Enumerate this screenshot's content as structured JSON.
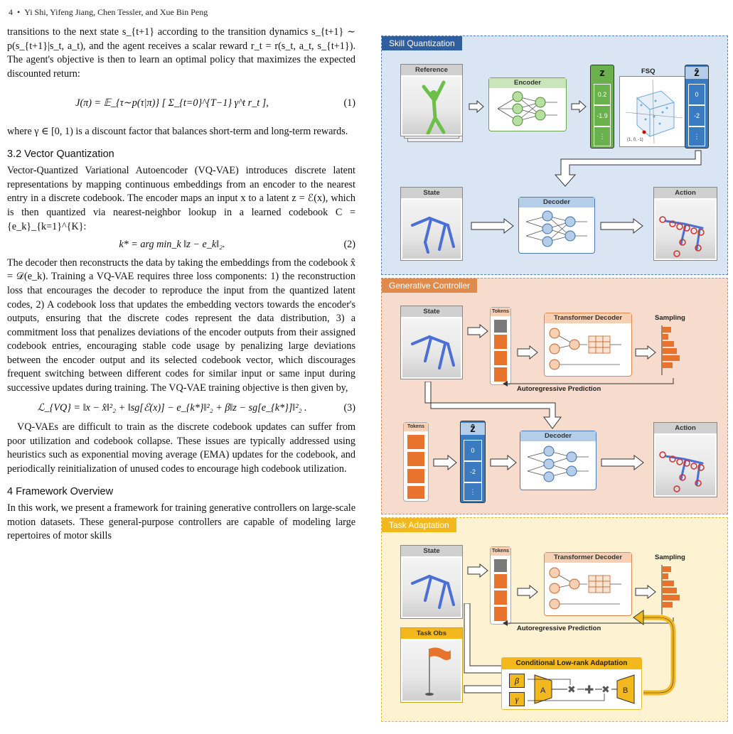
{
  "header": {
    "page": "4",
    "sep": "•",
    "authors": "Yi Shi, Yifeng Jiang, Chen Tessler, and Xue Bin Peng"
  },
  "text": {
    "p1": "transitions to the next state s_{t+1} according to the transition dynamics s_{t+1} ∼ p(s_{t+1}|s_t, a_t), and the agent receives a scalar reward r_t = r(s_t, a_t, s_{t+1}). The agent's objective is then to learn an optimal policy that maximizes the expected discounted return:",
    "eq1": "J(π) = 𝔼_{τ∼p(τ|π)} [ Σ_{t=0}^{T−1} γ^t r_t ],",
    "eq1_num": "(1)",
    "p2": "where γ ∈ [0, 1) is a discount factor that balances short-term and long-term rewards.",
    "sec32": "3.2   Vector Quantization",
    "p3": "Vector-Quantized Variational Autoencoder (VQ-VAE) introduces discrete latent representations by mapping continuous embeddings from an encoder to the nearest entry in a discrete codebook. The encoder maps an input x to a latent z = ℰ(x), which is then quantized via nearest-neighbor lookup in a learned codebook C = {e_k}_{k=1}^{K}:",
    "eq2": "k* = arg min_k ‖z − e_k‖₂.",
    "eq2_num": "(2)",
    "p4": "The decoder then reconstructs the data by taking the embeddings from the codebook x̂ = 𝒟(e_k). Training a VQ-VAE requires three loss components: 1) the reconstruction loss that encourages the decoder to reproduce the input from the quantized latent codes, 2) A codebook loss that updates the embedding vectors towards the encoder's outputs, ensuring that the discrete codes represent the data distribution, 3) a commitment loss that penalizes deviations of the encoder outputs from their assigned codebook entries, encouraging stable code usage by penalizing large deviations between the encoder output and its selected codebook vector, which discourages frequent switching between different codes for similar input or same input during successive updates during training. The VQ-VAE training objective is then given by,",
    "eq3": "ℒ_{VQ} = ‖x − x̂‖²₂ + ‖sg[ℰ(x)] − e_{k*}‖²₂ + β‖z − sg[e_{k*}]‖²₂ .",
    "eq3_num": "(3)",
    "p5": "VQ-VAEs are difficult to train as the discrete codebook updates can suffer from poor utilization and codebook collapse. These issues are typically addressed using heuristics such as exponential moving average (EMA) updates for the codebook, and periodically reinitialization of unused codes to encourage high codebook utilization.",
    "sec4": "4   Framework Overview",
    "p6": "In this work, we present a framework for training generative controllers on large-scale motion datasets. These general-purpose controllers are capable of modeling large repertoires of motor skills"
  },
  "figure": {
    "panel1": "Skill Quantization",
    "panel2": "Generative Controller",
    "panel3": "Task Adaptation",
    "reference": "Reference",
    "encoder": "Encoder",
    "fsq": "FSQ",
    "z": "z",
    "zhat": "ẑ",
    "z_vals": [
      "0.2",
      "-1.9",
      "⋮"
    ],
    "zhat_vals": [
      "0",
      "-2",
      "⋮"
    ],
    "fsq_point": "(1, 0, -1)",
    "state": "State",
    "decoder": "Decoder",
    "action": "Action",
    "tokens": "Tokens",
    "transformer": "Transformer Decoder",
    "sampling": "Sampling",
    "autoreg": "Autoregressive Prediction",
    "task_obs": "Task Obs",
    "lora": "Conditional Low-rank Adaptation",
    "beta": "β",
    "gamma": "γ",
    "A": "A",
    "B": "B"
  },
  "colors": {
    "skill": "#2f5f9e",
    "gen": "#e08a4c",
    "task": "#f3b81d",
    "char_blue": "#4a6fd6",
    "char_green": "#6cc04a"
  }
}
